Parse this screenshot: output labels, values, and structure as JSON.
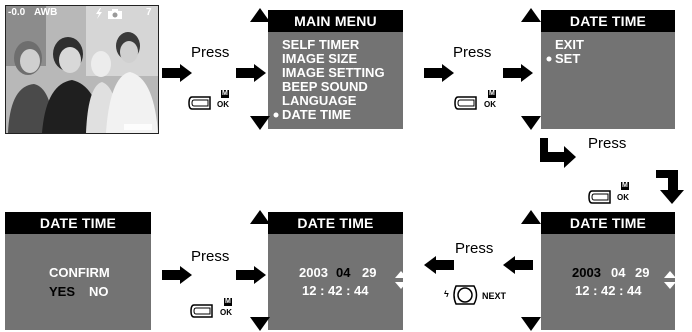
{
  "press_label": "Press",
  "camera_photo": {
    "osd": {
      "ev": "-0.0",
      "wb": "AWB",
      "shots": "7",
      "flash_icon": "flash-icon",
      "camera_icon": "camera-icon"
    }
  },
  "main_menu": {
    "title": "MAIN  MENU",
    "items": [
      "SELF TIMER",
      "IMAGE  SIZE",
      "IMAGE SETTING",
      "BEEP  SOUND",
      "LANGUAGE",
      "DATE  TIME"
    ],
    "selected_index": 5
  },
  "date_time_menu": {
    "title": "DATE TIME",
    "items": [
      "EXIT",
      "SET"
    ],
    "selected_index": 1
  },
  "date_edit": {
    "title": "DATE TIME",
    "year": "2003",
    "month": "04",
    "day": "29",
    "time": "12 : 42 : 44"
  },
  "date_set": {
    "title": "DATE TIME",
    "year": "2003",
    "month": "04",
    "day": "29",
    "time": "12 : 42 : 44"
  },
  "confirm_screen": {
    "title": "DATE TIME",
    "prompt": "CONFIRM",
    "yes": "YES",
    "no": "NO"
  },
  "ok_button": {
    "top_glyph": "M",
    "label": "OK"
  },
  "next_button": {
    "side_glyph": "ϟ",
    "label": "NEXT"
  },
  "colors": {
    "screen_bg": "#737373",
    "header_bg": "#000000",
    "text": "#ffffff",
    "arrow": "#000000"
  }
}
